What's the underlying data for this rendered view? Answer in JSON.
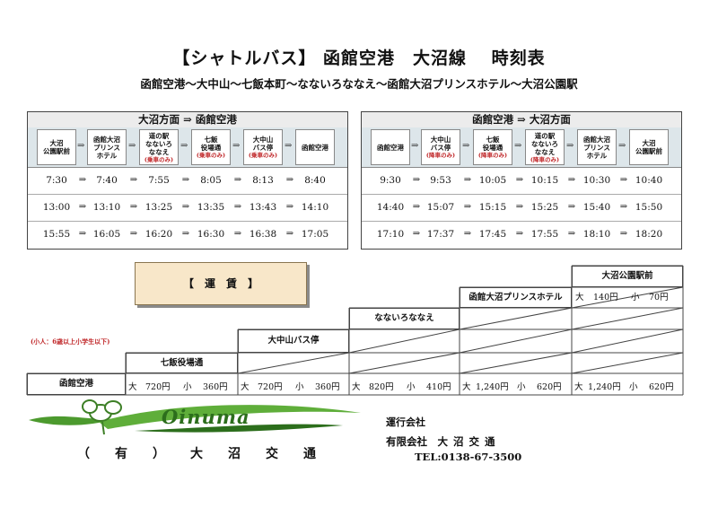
{
  "title": "【シャトルバス】 函館空港　大沼線　 時刻表",
  "route": "函館空港～大中山～七飯本町～なないろななえ～函館大沼プリンスホテル～大沼公園駅",
  "arrow": "⇒",
  "timetables": [
    {
      "heading": "大沼方面 ⇒ 函館空港",
      "stops": [
        {
          "name": "大沼\n公園駅前",
          "note": ""
        },
        {
          "name": "函館大沼\nプリンス\nホテル",
          "note": ""
        },
        {
          "name": "道の駅\nなないろ\nななえ",
          "note": "(乗車のみ)"
        },
        {
          "name": "七飯\n役場通",
          "note": "(乗車のみ)"
        },
        {
          "name": "大中山\nバス停",
          "note": "(乗車のみ)"
        },
        {
          "name": "函館空港",
          "note": ""
        }
      ],
      "rows": [
        [
          "7:30",
          "7:40",
          "7:55",
          "8:05",
          "8:13",
          "8:40"
        ],
        [
          "13:00",
          "13:10",
          "13:25",
          "13:35",
          "13:43",
          "14:10"
        ],
        [
          "15:55",
          "16:05",
          "16:20",
          "16:30",
          "16:38",
          "17:05"
        ]
      ]
    },
    {
      "heading": "函館空港 ⇒ 大沼方面",
      "stops": [
        {
          "name": "函館空港",
          "note": ""
        },
        {
          "name": "大中山\nバス停",
          "note": "(降車のみ)"
        },
        {
          "name": "七飯\n役場通",
          "note": "(降車のみ)"
        },
        {
          "name": "道の駅\nなないろ\nななえ",
          "note": "(降車のみ)"
        },
        {
          "name": "函館大沼\nプリンス\nホテル",
          "note": ""
        },
        {
          "name": "大沼\n公園駅前",
          "note": ""
        }
      ],
      "rows": [
        [
          "9:30",
          "9:53",
          "10:05",
          "10:15",
          "10:30",
          "10:40"
        ],
        [
          "14:40",
          "15:07",
          "15:15",
          "15:25",
          "15:40",
          "15:50"
        ],
        [
          "17:10",
          "17:37",
          "17:45",
          "17:55",
          "18:10",
          "18:20"
        ]
      ]
    }
  ],
  "fares": {
    "heading": "【　運　賃　】",
    "child_note": "(小人：6歳以上小学生以下)",
    "origin": "函館空港",
    "adult_label": "大",
    "child_label": "小",
    "destinations": [
      {
        "name": "七飯役場通",
        "adult": "720円",
        "child": "360円"
      },
      {
        "name": "大中山バス停",
        "adult": "720円",
        "child": "360円"
      },
      {
        "name": "なないろななえ",
        "adult": "820円",
        "child": "410円"
      },
      {
        "name": "函館大沼プリンスホテル",
        "adult": "1,240円",
        "child": "620円"
      },
      {
        "name": "大沼公園駅前",
        "adult": "1,240円",
        "child": "620円",
        "top_adult": "140円",
        "top_child": "70円"
      }
    ]
  },
  "footer": {
    "logo_text": "Oinuma",
    "company_ja": "（有）大沼交通",
    "operator_label": "運行会社",
    "operator_name": "有限会社　大 沼 交 通",
    "tel": "TEL:0138-67-3500"
  },
  "colors": {
    "note_red": "#c0282a",
    "header_strip": "#dde6ea",
    "fare_badge": "#f8e7c9",
    "logo_green": "#2c6e1c"
  }
}
